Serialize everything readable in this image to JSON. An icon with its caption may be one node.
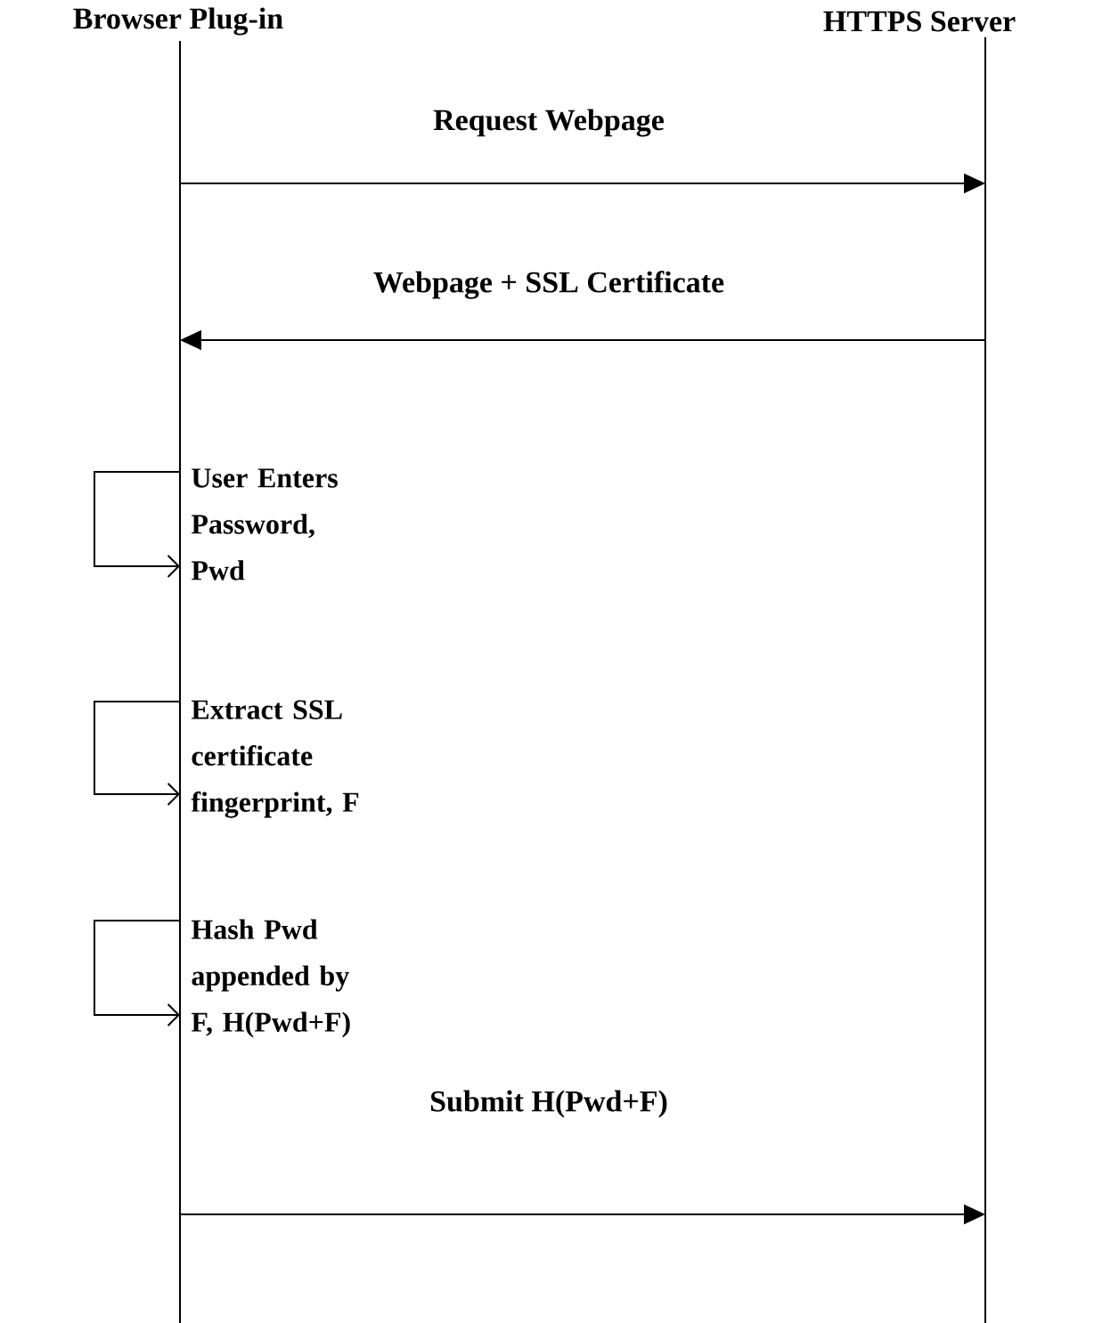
{
  "diagram": {
    "nodes": [
      {
        "text": [
          "Browser Plug-in"
        ]
      },
      {
        "text": [
          "HTTPS Server"
        ]
      }
    ],
    "edges": [
      {
        "from": 0,
        "to": 1,
        "arrow": "to",
        "label": "Request Webpage"
      },
      {
        "from": 1,
        "to": 0,
        "arrow": "to",
        "label": "Webpage + SSL Certificate"
      },
      {
        "from": 0,
        "to": 0,
        "arrow": "to",
        "label": "User Enters Password, Pwd"
      },
      {
        "from": 0,
        "to": 0,
        "arrow": "to",
        "label": "Extract SSL certificate fingerprint, F"
      },
      {
        "from": 0,
        "to": 0,
        "arrow": "to",
        "label": "Hash Pwd appended by F, H(Pwd+F)"
      },
      {
        "from": 0,
        "to": 1,
        "arrow": "to",
        "label": "Submit H(Pwd+F)"
      }
    ]
  }
}
